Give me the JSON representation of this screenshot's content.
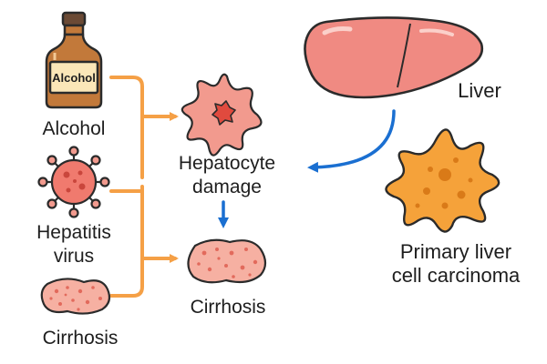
{
  "colors": {
    "outline": "#2b2b2b",
    "orange_arrow": "#f5a046",
    "blue_arrow": "#1a6fd1",
    "liver_fill": "#f08a82",
    "cell_pink": "#f29a8e",
    "tumor_orange": "#f5a23a",
    "bottle_brown": "#c2793a",
    "bottle_cap": "#6b4a35"
  },
  "nodes": {
    "alcohol": {
      "label": "Alcohol",
      "bottle_text": "Alcohol",
      "icon": "alcohol-bottle-icon"
    },
    "hepatitis": {
      "label_line1": "Hepatitis",
      "label_line2": "virus",
      "icon": "virus-icon"
    },
    "cirrhosis_left": {
      "label": "Cirrhosis",
      "icon": "cirrhotic-tissue-icon"
    },
    "hepatocyte": {
      "label_line1": "Hepatocyte",
      "label_line2": "damage",
      "icon": "damaged-cell-icon"
    },
    "cirrhosis_center": {
      "label": "Cirrhosis",
      "icon": "cirrhotic-tissue-icon"
    },
    "liver": {
      "label": "Liver",
      "icon": "liver-icon"
    },
    "carcinoma": {
      "label_line1": "Primary liver",
      "label_line2": "cell carcinoma",
      "icon": "tumor-cell-icon"
    }
  }
}
